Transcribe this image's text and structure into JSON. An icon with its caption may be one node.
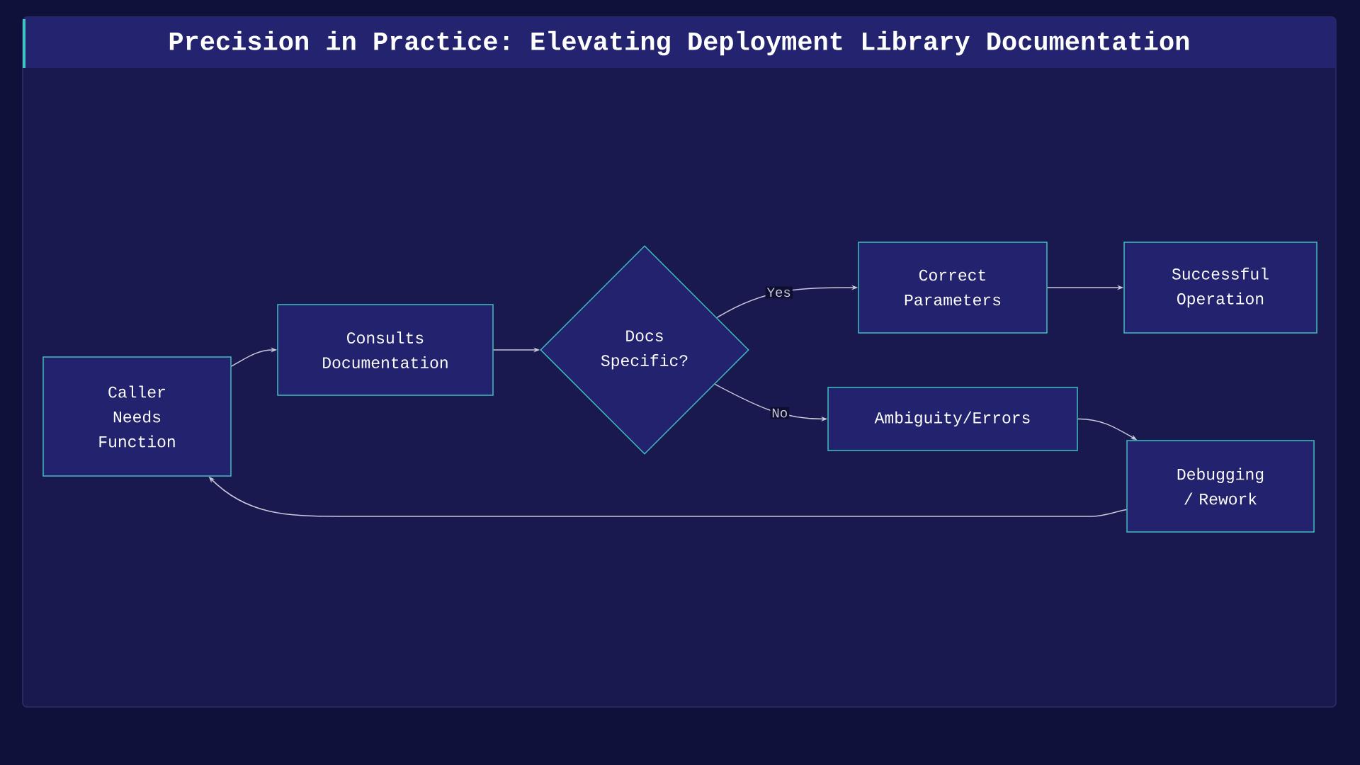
{
  "diagram": {
    "title": "Precision in Practice: Elevating Deployment Library Documentation",
    "nodes": [
      {
        "text": [
          "Caller Needs Function"
        ]
      },
      {
        "text": [
          "Consults Documentation"
        ]
      },
      {
        "text": [
          "Docs Specific?"
        ]
      },
      {
        "text": [
          "Correct Parameters"
        ]
      },
      {
        "text": [
          "Successful Operation"
        ]
      },
      {
        "text": [
          "Ambiguity/Errors"
        ]
      },
      {
        "text": [
          "Debugging / Rework"
        ]
      }
    ],
    "edges": [
      {
        "from": 0,
        "to": 1,
        "arrow": "to"
      },
      {
        "from": 1,
        "to": 2,
        "arrow": "to"
      },
      {
        "from": 2,
        "to": 3,
        "arrow": "to",
        "label": "Yes"
      },
      {
        "from": 3,
        "to": 4,
        "arrow": "to"
      },
      {
        "from": 2,
        "to": 5,
        "arrow": "to",
        "label": "No"
      },
      {
        "from": 5,
        "to": 6,
        "arrow": "to"
      },
      {
        "from": 6,
        "to": 0,
        "arrow": "to"
      }
    ]
  }
}
